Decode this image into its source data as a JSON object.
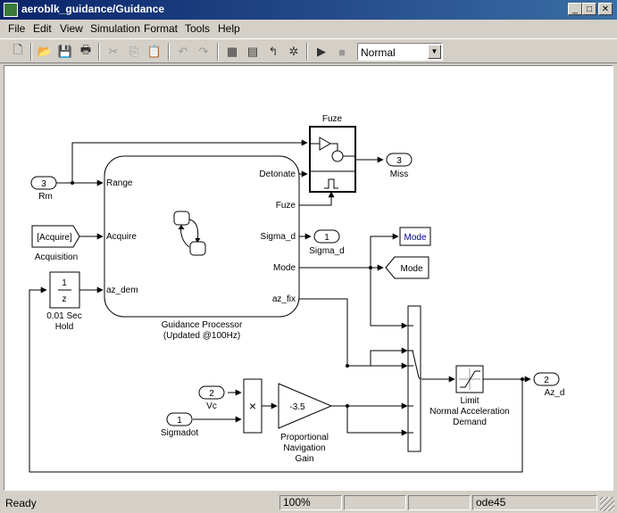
{
  "window": {
    "title": "aeroblk_guidance/Guidance",
    "minimize": "_",
    "maximize": "□",
    "close": "✕"
  },
  "menu": [
    "File",
    "Edit",
    "View",
    "Simulation",
    "Format",
    "Tools",
    "Help"
  ],
  "toolbar": {
    "simulation_mode": "Normal"
  },
  "diagram": {
    "fuze": {
      "title": "Fuze"
    },
    "rm_port": {
      "number": "3",
      "label": "Rm"
    },
    "acquire_from": {
      "text": "[Acquire]",
      "label": "Acquisition"
    },
    "delay": {
      "num": "1",
      "den": "z",
      "label1": "0.01 Sec",
      "label2": "Hold"
    },
    "processor": {
      "label1": "Guidance Processor",
      "label2": "(Updated @100Hz)",
      "in_range": "Range",
      "in_acquire": "Acquire",
      "in_azdem": "az_dem",
      "out_detonate": "Detonate",
      "out_fuze": "Fuze",
      "out_sigma": "Sigma_d",
      "out_mode": "Mode",
      "out_azfix": "az_fix"
    },
    "sigma_out": {
      "number": "1",
      "label": "Sigma_d"
    },
    "miss_out": {
      "number": "3",
      "label": "Miss"
    },
    "mode_display": {
      "text": "Mode"
    },
    "mode_goto": {
      "text": "Mode"
    },
    "vc_in": {
      "number": "2",
      "label": "Vc"
    },
    "sigmadot_in": {
      "number": "1",
      "label": "Sigmadot"
    },
    "product": {
      "symbol": "×"
    },
    "gain": {
      "value": "-3.5",
      "label1": "Proportional",
      "label2": "Navigation",
      "label3": "Gain"
    },
    "limit": {
      "label1": "Limit",
      "label2": "Normal Acceleration",
      "label3": "Demand"
    },
    "azd_out": {
      "number": "2",
      "label": "Az_d"
    }
  },
  "status": {
    "state": "Ready",
    "zoom": "100%",
    "solver": "ode45"
  }
}
